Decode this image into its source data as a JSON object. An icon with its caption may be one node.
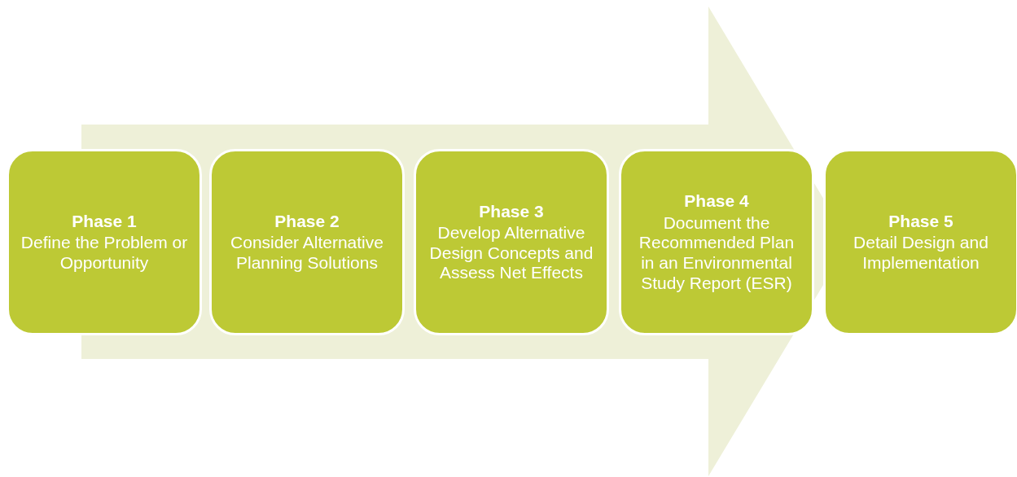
{
  "diagram": {
    "nodes": [
      {
        "text": [
          "Phase 1",
          "Define the Problem or Opportunity"
        ]
      },
      {
        "text": [
          "Phase 2",
          "Consider Alternative Planning Solutions"
        ]
      },
      {
        "text": [
          "Phase 3",
          "Develop Alternative Design Concepts and Assess Net Effects"
        ]
      },
      {
        "text": [
          "Phase 4",
          "Document the Recommended Plan in an Environmental Study Report (ESR)"
        ]
      },
      {
        "text": [
          "Phase 5",
          "Detail Design and Implementation"
        ]
      }
    ]
  }
}
